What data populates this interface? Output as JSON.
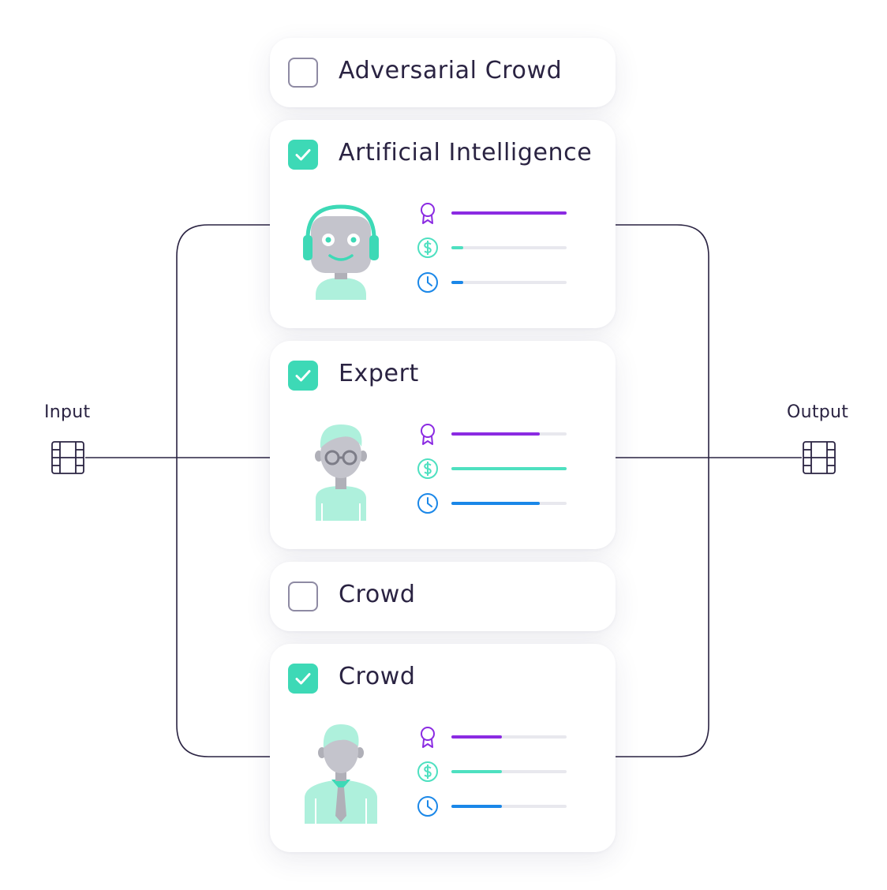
{
  "input_label": "Input",
  "output_label": "Output",
  "colors": {
    "line": "#2a2342",
    "check_on": "#3dd9b6",
    "quality": "#8b2be2",
    "cost": "#4ee0c0",
    "time": "#1a87e8",
    "skin": "#c4c4cc",
    "mint": "#aef0dc"
  },
  "metric_icons": [
    "award-icon",
    "dollar-coin-icon",
    "clock-icon"
  ],
  "cards": [
    {
      "label": "Adversarial Crowd",
      "checked": false,
      "avatar": null,
      "metrics": null
    },
    {
      "label": "Artificial Intelligence",
      "checked": true,
      "avatar": "robot-avatar",
      "metrics": {
        "quality": 1.0,
        "cost": 0.1,
        "time": 0.1
      }
    },
    {
      "label": "Expert",
      "checked": true,
      "avatar": "expert-avatar",
      "metrics": {
        "quality": 0.77,
        "cost": 1.0,
        "time": 0.77
      }
    },
    {
      "label": "Crowd",
      "checked": false,
      "avatar": null,
      "metrics": null
    },
    {
      "label": "Crowd",
      "checked": true,
      "avatar": "crowd-worker-avatar",
      "metrics": {
        "quality": 0.44,
        "cost": 0.44,
        "time": 0.44
      }
    }
  ]
}
